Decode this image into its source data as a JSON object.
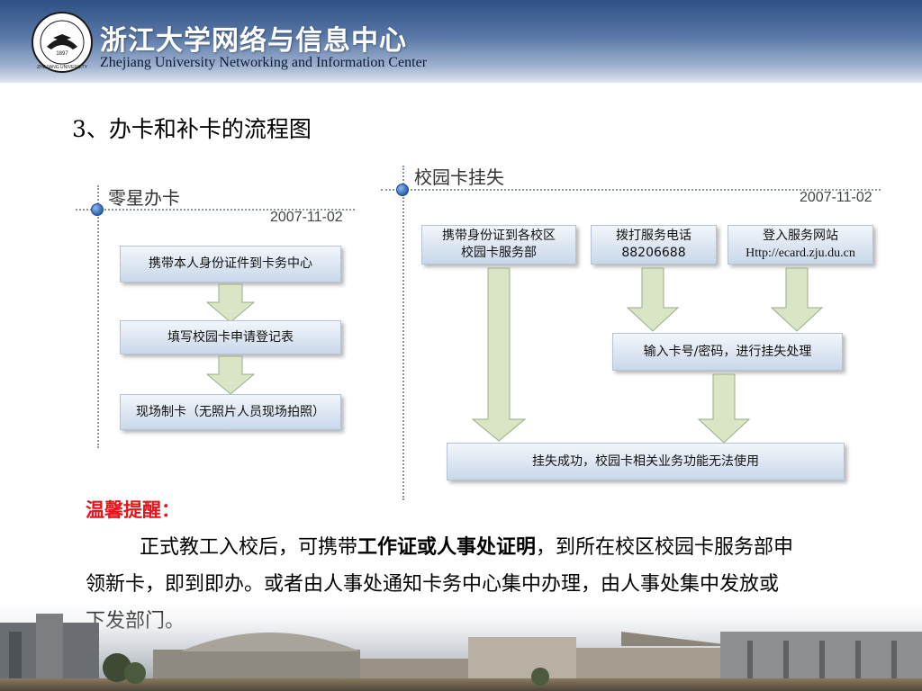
{
  "header": {
    "org_name_cn": "浙江大学网络与信息中心",
    "org_name_en": "Zhejiang University Networking and Information Center",
    "logo_text": "ZHEJIANG UNIVERSITY",
    "logo_year": "1897"
  },
  "slide_title": "3、办卡和补卡的流程图",
  "left_timeline": {
    "title": "零星办卡",
    "date": "2007-11-02",
    "steps": [
      "携带本人身份证件到卡务中心",
      "填写校园卡申请登记表",
      "现场制卡（无照片人员现场拍照）"
    ]
  },
  "right_timeline": {
    "title": "校园卡挂失",
    "date": "2007-11-02",
    "sources": [
      {
        "line1": "携带身份证到各校区",
        "line2": "校园卡服务部"
      },
      {
        "line1": "拨打服务电话",
        "line2": "88206688"
      },
      {
        "line1": "登入服务网站",
        "line2": "Http://ecard.zju.du.cn"
      }
    ],
    "middle_step": "输入卡号/密码，进行挂失处理",
    "final_step": "挂失成功，校园卡相关业务功能无法使用"
  },
  "reminder": {
    "title": "温馨提醒：",
    "text_before": "正式教工入校后，可携带",
    "text_bold": "工作证或人事处证明",
    "text_after": "，到所在校区校园卡服务部申领新卡，即到即办。或者由人事处通知卡务中心集中办理，由人事处集中发放或下发部门。"
  },
  "colors": {
    "header_blue": "#2e4f84",
    "box_fill": "#c9d8ea",
    "arrow_fill": "#d9e5c4",
    "reminder_red": "#e8131b",
    "timeline_dot": "#2b61b0"
  }
}
